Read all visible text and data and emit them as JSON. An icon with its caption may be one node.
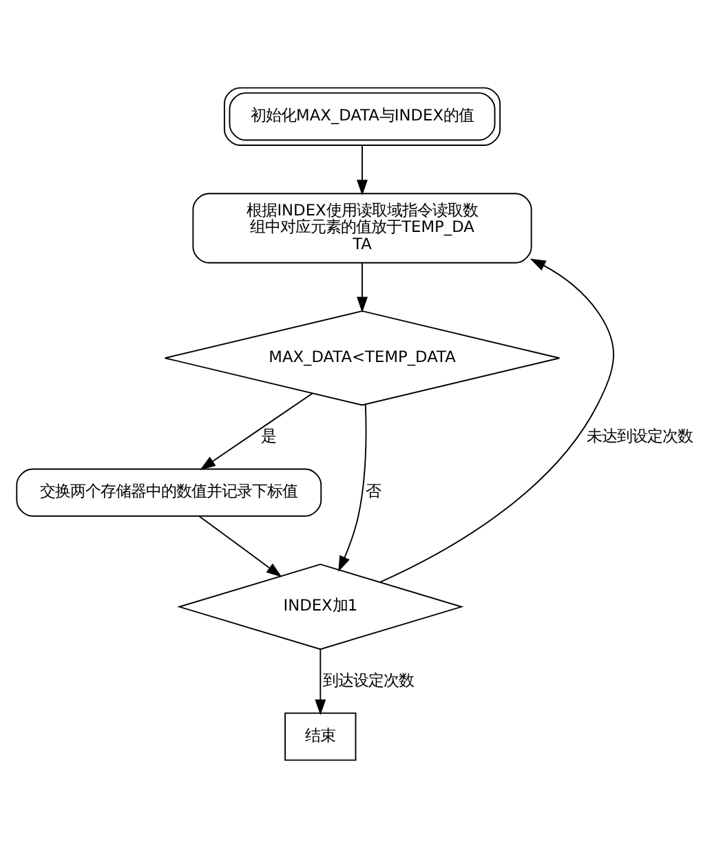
{
  "diagram": {
    "nodes": [
      {
        "text": [
          "初始化MAX_DATA与INDEX的值"
        ]
      },
      {
        "text": [
          "根据INDEX使用读取域指令读取数组中对应元素的值放于TEMP_DATA"
        ]
      },
      {
        "text": [
          "MAX_DATA<TEMP_DATA"
        ]
      },
      {
        "text": [
          "交换两个存储器中的数值并记录下标值"
        ]
      },
      {
        "text": [
          "INDEX加1"
        ]
      },
      {
        "text": [
          "结束"
        ]
      }
    ],
    "edges": [
      {
        "from": 0,
        "to": 1,
        "arrow": "to"
      },
      {
        "from": 1,
        "to": 2,
        "arrow": "to"
      },
      {
        "from": 2,
        "to": 3,
        "arrow": "to",
        "label": "是"
      },
      {
        "from": 2,
        "to": 4,
        "arrow": "to",
        "label": "否"
      },
      {
        "from": 3,
        "to": 4,
        "arrow": "to"
      },
      {
        "from": 4,
        "to": 1,
        "arrow": "to",
        "label": "未达到设定次数"
      },
      {
        "from": 4,
        "to": 5,
        "arrow": "to",
        "label": "到达设定次数"
      }
    ]
  }
}
